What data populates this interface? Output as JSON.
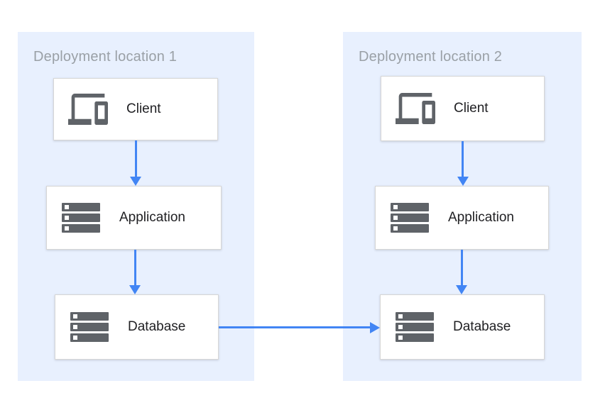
{
  "colors": {
    "page_bg": "#ffffff",
    "container_bg": "#e8f0fe",
    "node_bg": "#ffffff",
    "node_border": "#d6d6d6",
    "arrow_blue": "#4285f4",
    "icon_gray": "#5f6368",
    "title_gray": "#9aa0a6",
    "label_dark": "#212124"
  },
  "locations": [
    {
      "title": "Deployment location 1",
      "nodes": [
        {
          "label": "Client",
          "icon": "devices-icon"
        },
        {
          "label": "Application",
          "icon": "storage-icon"
        },
        {
          "label": "Database",
          "icon": "storage-icon"
        }
      ]
    },
    {
      "title": "Deployment location 2",
      "nodes": [
        {
          "label": "Client",
          "icon": "devices-icon"
        },
        {
          "label": "Application",
          "icon": "storage-icon"
        },
        {
          "label": "Database",
          "icon": "storage-icon"
        }
      ]
    }
  ],
  "connections": [
    {
      "from": "location-1-client",
      "to": "location-1-application",
      "direction": "down"
    },
    {
      "from": "location-1-application",
      "to": "location-1-database",
      "direction": "down"
    },
    {
      "from": "location-2-client",
      "to": "location-2-application",
      "direction": "down"
    },
    {
      "from": "location-2-application",
      "to": "location-2-database",
      "direction": "down"
    },
    {
      "from": "location-1-database",
      "to": "location-2-database",
      "direction": "right"
    }
  ]
}
